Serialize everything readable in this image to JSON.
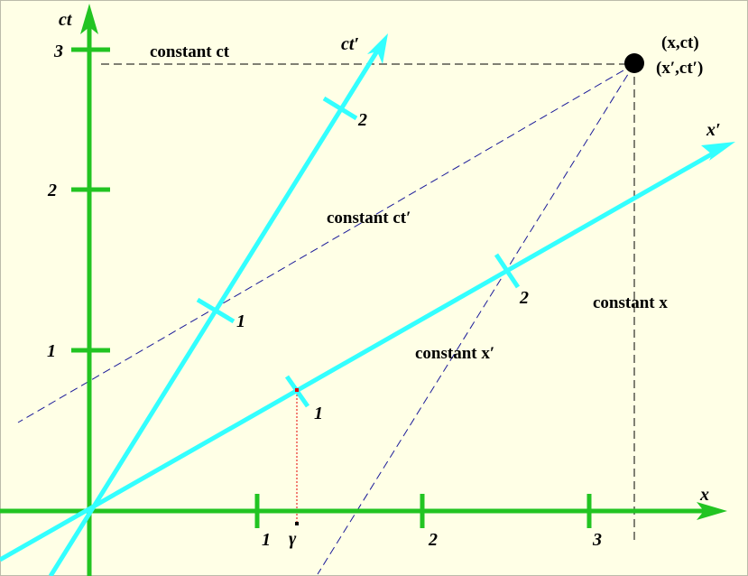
{
  "colors": {
    "background": "#ffffe6",
    "rest_axes": "#22c422",
    "moving_axes": "#33ffff",
    "projection_lines": "#000000",
    "oblique_projection_lines": "#1a1a99",
    "gamma_marker": "#e60000",
    "event_point": "#000000"
  },
  "axes": {
    "x_label": "x",
    "ct_label": "ct",
    "x_prime_label": "x′",
    "ct_prime_label": "ct′"
  },
  "ticks": {
    "x": [
      "1",
      "2",
      "3"
    ],
    "ct": [
      "1",
      "2",
      "3"
    ],
    "x_prime": [
      "1",
      "2"
    ],
    "ct_prime": [
      "1",
      "2"
    ]
  },
  "gamma_label": "γ",
  "event": {
    "rest_coords": "(x,ct)",
    "moving_coords": "(x′,ct′)"
  },
  "captions": {
    "constant_ct": "constant ct",
    "constant_ct_prime": "constant ct′",
    "constant_x": "constant x",
    "constant_x_prime": "constant x′"
  }
}
